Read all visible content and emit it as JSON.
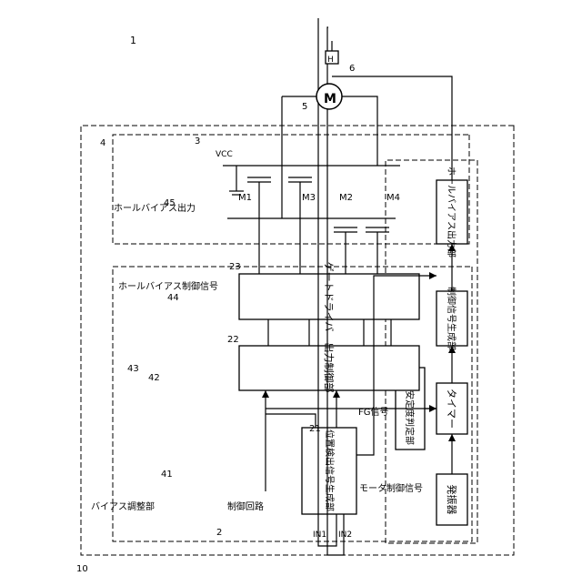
{
  "labels": {
    "ref_1": "1",
    "ref_10": "10",
    "ref_2": "2",
    "ref_3": "3",
    "ref_4": "4",
    "ref_5": "5",
    "ref_6": "6",
    "ref_21": "21",
    "ref_22": "22",
    "ref_23": "23",
    "ref_41": "41",
    "ref_42": "42",
    "ref_43": "43",
    "ref_44": "44",
    "ref_45": "45",
    "motor": "M",
    "hall": "H",
    "vcc": "VCC",
    "m1": "M1",
    "m2": "M2",
    "m3": "M3",
    "m4": "M4",
    "in1": "IN1",
    "in2": "IN2",
    "fg_signal": "FG信号",
    "motor_control_signal": "モータ制御信号",
    "control_circuit": "制御回路",
    "bias_adjust": "バイアス調整部",
    "hall_bias_out": "ホールバイアス出力",
    "hall_bias_control": "ホールバイアス制御信号"
  },
  "blocks": {
    "oscillator": "発振器",
    "timer": "タイマー",
    "rotation_judge": "回転安定度判定部",
    "control_signal_gen": "制御信号生成部",
    "hall_bias_output": "ホールバイアス出力部",
    "position_detect": "位置検出信号生成部",
    "output_control": "出力制御部",
    "gate_driver": "ゲートドライバ"
  }
}
